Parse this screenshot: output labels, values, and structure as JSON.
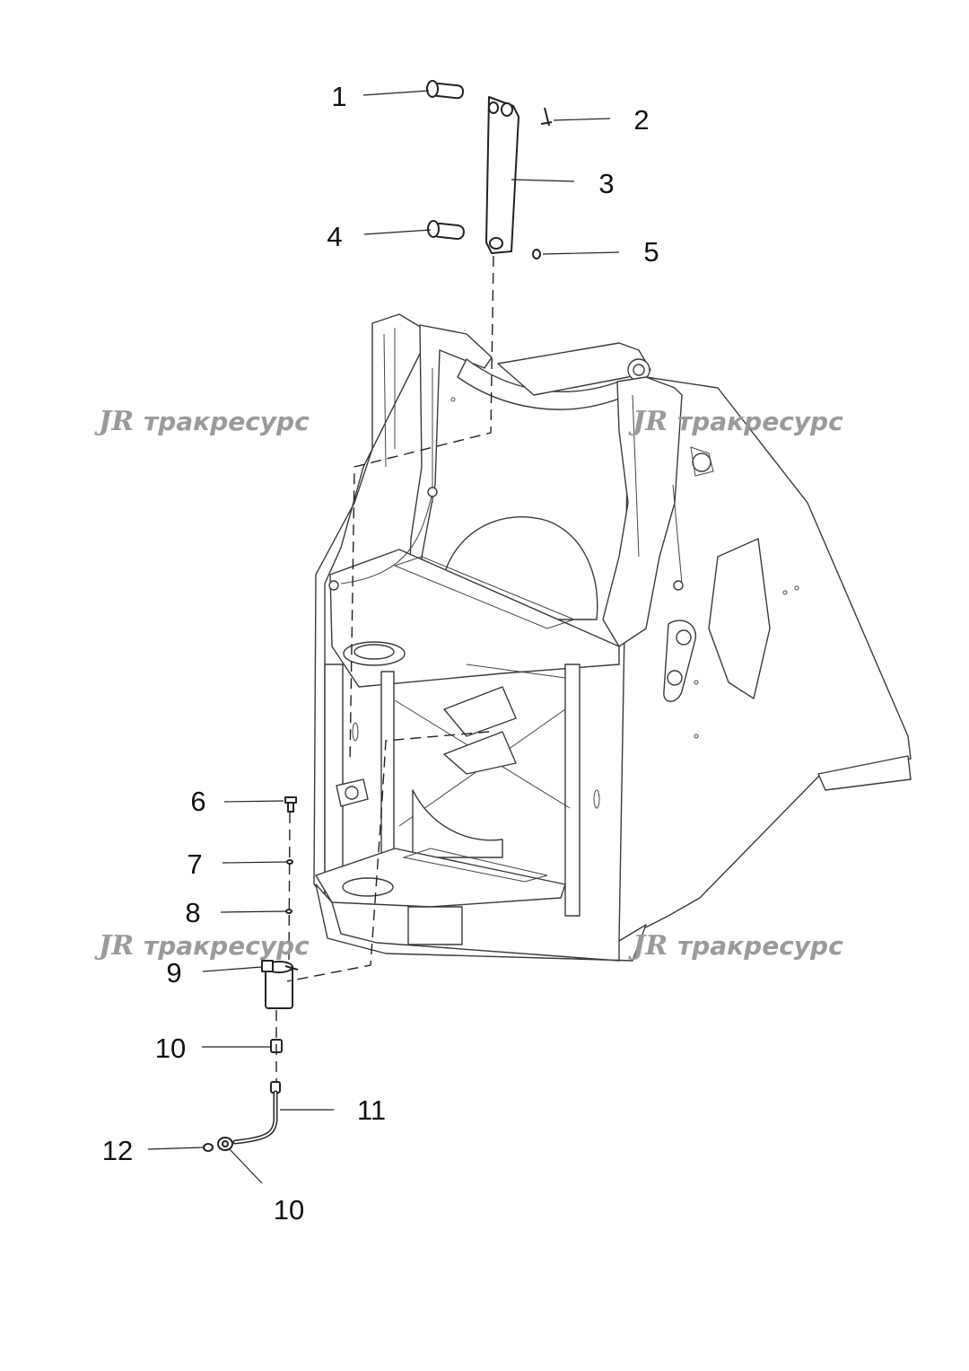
{
  "callouts": [
    "1",
    "2",
    "3",
    "4",
    "5",
    "6",
    "7",
    "8",
    "9",
    "10",
    "11",
    "12",
    "10"
  ],
  "watermark": {
    "logo": "JR",
    "text": "тракресурс",
    "color": "#9a9a9a"
  },
  "colors": {
    "line": "#222222",
    "background": "#ffffff"
  }
}
